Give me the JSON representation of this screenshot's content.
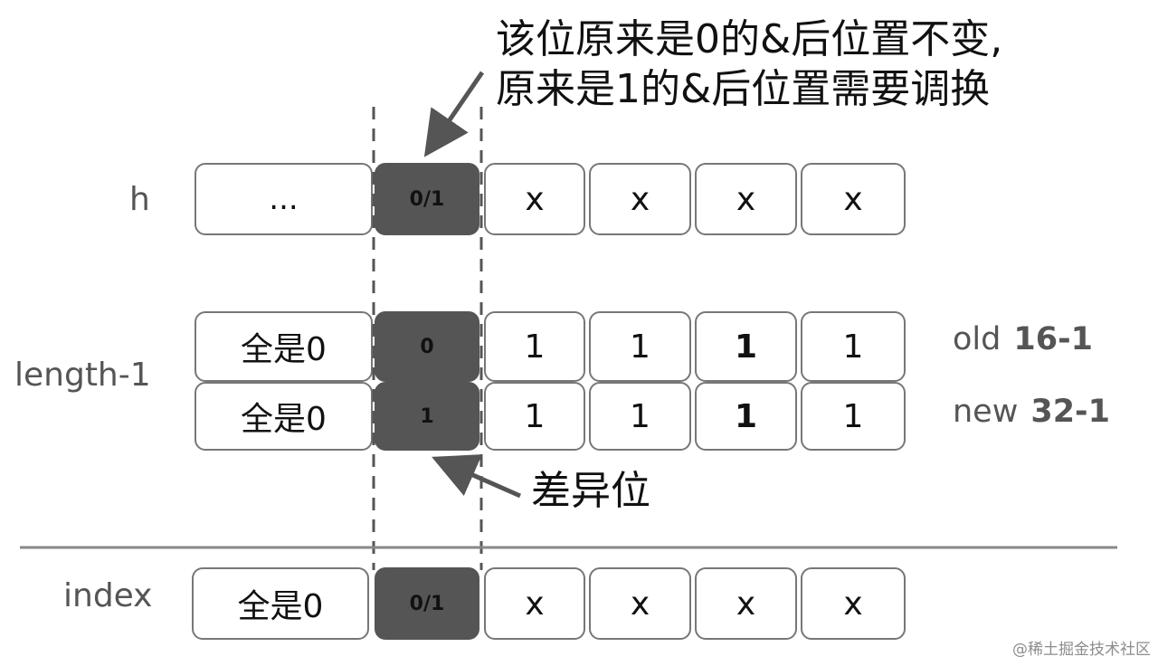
{
  "annotations": {
    "top_callout_line1": "该位原来是0的&后位置不变,",
    "top_callout_line2": "原来是1的&后位置需要调换",
    "diff_callout": "差异位"
  },
  "rows": {
    "h": {
      "label": "h",
      "cells": [
        "...",
        "0/1",
        "x",
        "x",
        "x",
        "x"
      ]
    },
    "length_minus_1": {
      "label": "length-1",
      "old": {
        "cells": [
          "全是0",
          "0",
          "1",
          "1",
          "1",
          "1"
        ],
        "tag": "old",
        "value": "16-1"
      },
      "new": {
        "cells": [
          "全是0",
          "1",
          "1",
          "1",
          "1",
          "1"
        ],
        "tag": "new",
        "value": "32-1"
      }
    },
    "index": {
      "label": "index",
      "cells": [
        "全是0",
        "0/1",
        "x",
        "x",
        "x",
        "x"
      ]
    }
  },
  "highlight_column": 1,
  "colors": {
    "highlight_fill": "#555555",
    "cell_border": "#777777",
    "arrow": "#555555",
    "divider": "#888888"
  },
  "watermark": "@稀土掘金技术社区"
}
